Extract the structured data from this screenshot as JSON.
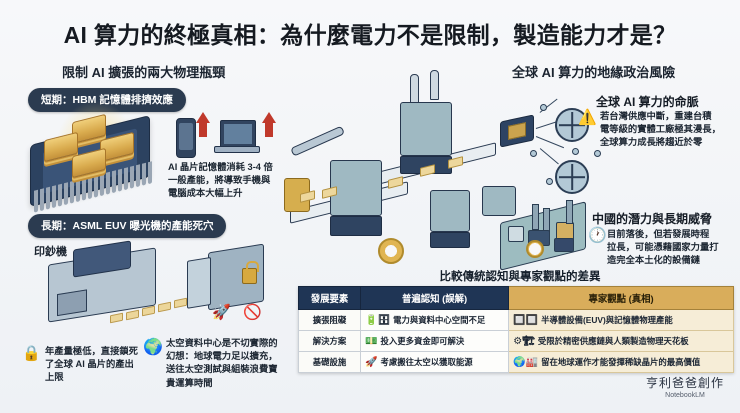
{
  "title": "AI 算力的終極真相：為什麼電力不是限制，製造能力才是？",
  "left_section": {
    "heading": "限制 AI 擴張的兩大物理瓶頸",
    "badge_short": "短期：HBM 記憶體排擠效應",
    "badge_long": "長期：ASML EUV 曝光機的產能死穴",
    "hbm_text": "AI 晶片記憶體消耗 3-4 倍\n一般產能，將導致手機與\n電腦成本大幅上升",
    "printer_label": "印鈔機",
    "lock_text": "年產量極低，直接鎖死\n了全球 AI 晶片的產出\n上限",
    "space_text": "太空資料中心是不切實際的\n幻想：地球電力足以擴充，\n送往太空測試與組裝浪費寶\n貴運算時間",
    "lock_icon": "lock-icon",
    "globe_icon": "globe-icon",
    "rocket_icon": "rocket-icon",
    "no_space_icon": "no-space-icon"
  },
  "right_section": {
    "heading": "全球 AI 算力的地緣政治風險",
    "lifeline_title": "全球 AI 算力的命脈",
    "lifeline_text": "若台灣供應中斷，重建台積\n電等級的實體工廠極其漫長，\n全球算力成長將趨近於零",
    "china_title": "中國的潛力與長期威脅",
    "china_text": "目前落後，但若發展時程\n拉長，可能憑藉國家力量打\n造完全本土化的設備鏈",
    "warn_icon": "warning-icon",
    "clock_icon": "clock-icon"
  },
  "table": {
    "title": "比較傳統認知與專家觀點的差異",
    "headers": [
      "發展要素",
      "普遍認知 (誤解)",
      "專家觀點 (真相)"
    ],
    "rows": [
      {
        "factor": "擴張阻礙",
        "common": "電力與資料中心空間不足",
        "common_icons": "🔋🗄",
        "truth": "半導體設備(EUV)與記憶體物理產能",
        "truth_icons": "🔲🔲"
      },
      {
        "factor": "解決方案",
        "common": "投入更多資金即可解決",
        "common_icons": "💵",
        "truth": "受限於精密供應鏈與人類製造物理天花板",
        "truth_icons": "⚙🏗"
      },
      {
        "factor": "基礎設施",
        "common": "考慮搬往太空以獲取能源",
        "common_icons": "🚀",
        "truth": "留在地球運作才能發揮稀缺晶片的最高價值",
        "truth_icons": "🌍🏭"
      }
    ]
  },
  "footer": {
    "signature": "亨利爸爸創作",
    "source": "NotebookLM"
  },
  "colors": {
    "navy": "#1f3555",
    "gold": "#d9ad5b",
    "badge": "#2b3b50",
    "background": "#f4f6f9",
    "arrow_red": "#c0392b"
  }
}
